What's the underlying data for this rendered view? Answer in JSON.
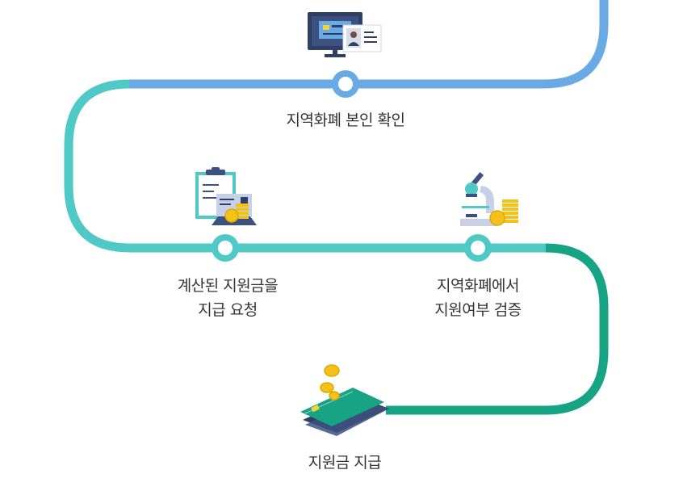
{
  "colors": {
    "step1_path": "#6aaae4",
    "mid_path": "#4ec9c5",
    "final_path": "#17a485",
    "text": "#333333"
  },
  "steps": [
    {
      "id": "identity-check",
      "icon": "monitor-id-card-icon",
      "lines": [
        "지역화폐 본인 확인"
      ]
    },
    {
      "id": "request-subsidy",
      "icon": "clipboard-coins-icon",
      "lines": [
        "계산된 지원금을",
        "지급 요청"
      ]
    },
    {
      "id": "verify-eligibility",
      "icon": "microscope-coins-icon",
      "lines": [
        "지역화폐에서",
        "지원여부 검증"
      ]
    },
    {
      "id": "pay-subsidy",
      "icon": "cards-coins-icon",
      "lines": [
        "지원금 지급"
      ]
    }
  ]
}
